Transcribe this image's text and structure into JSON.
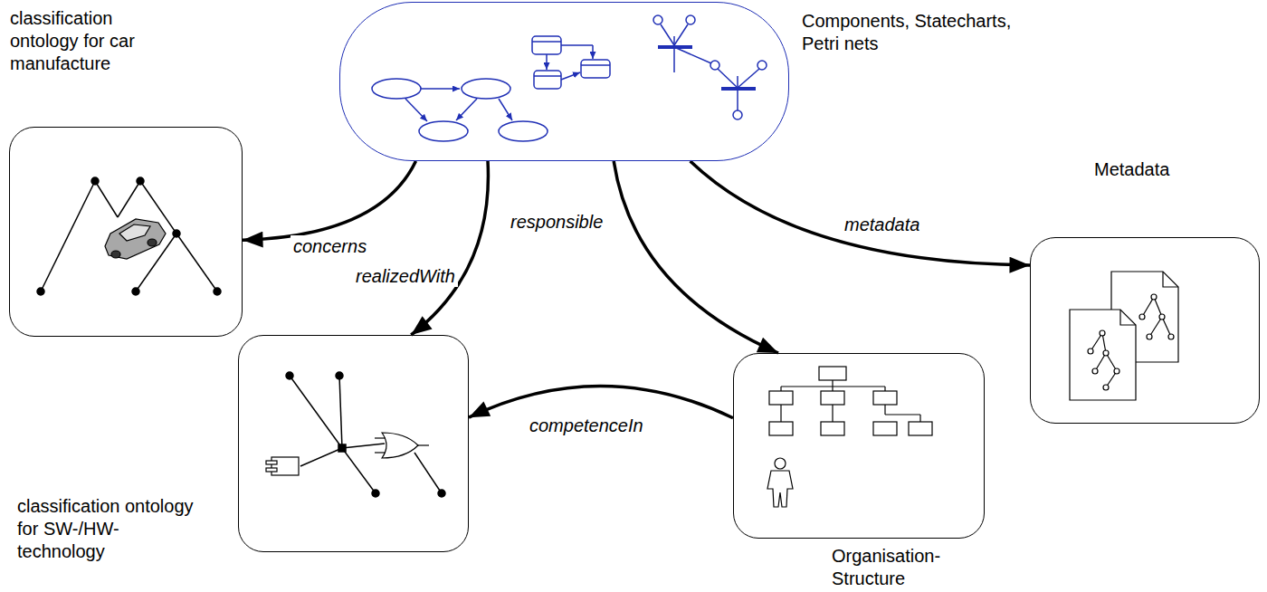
{
  "diagram": {
    "nodes": [
      {
        "text": [
          "Components, Statecharts, Petri nets"
        ]
      },
      {
        "text": [
          "classification ontology for car manufacture"
        ]
      },
      {
        "text": [
          "classification ontology for SW-/HW-technology"
        ]
      },
      {
        "text": [
          "Organisation- Structure"
        ]
      },
      {
        "text": [
          "Metadata"
        ]
      }
    ],
    "edges": [
      {
        "from": 0,
        "to": 1,
        "label": "concerns",
        "arrow": "to"
      },
      {
        "from": 0,
        "to": 2,
        "label": "realizedWith",
        "arrow": "to"
      },
      {
        "from": 0,
        "to": 3,
        "label": "responsible",
        "arrow": "to"
      },
      {
        "from": 0,
        "to": 4,
        "label": "metadata",
        "arrow": "to"
      },
      {
        "from": 3,
        "to": 2,
        "label": "competenceIn",
        "arrow": "to"
      }
    ]
  }
}
